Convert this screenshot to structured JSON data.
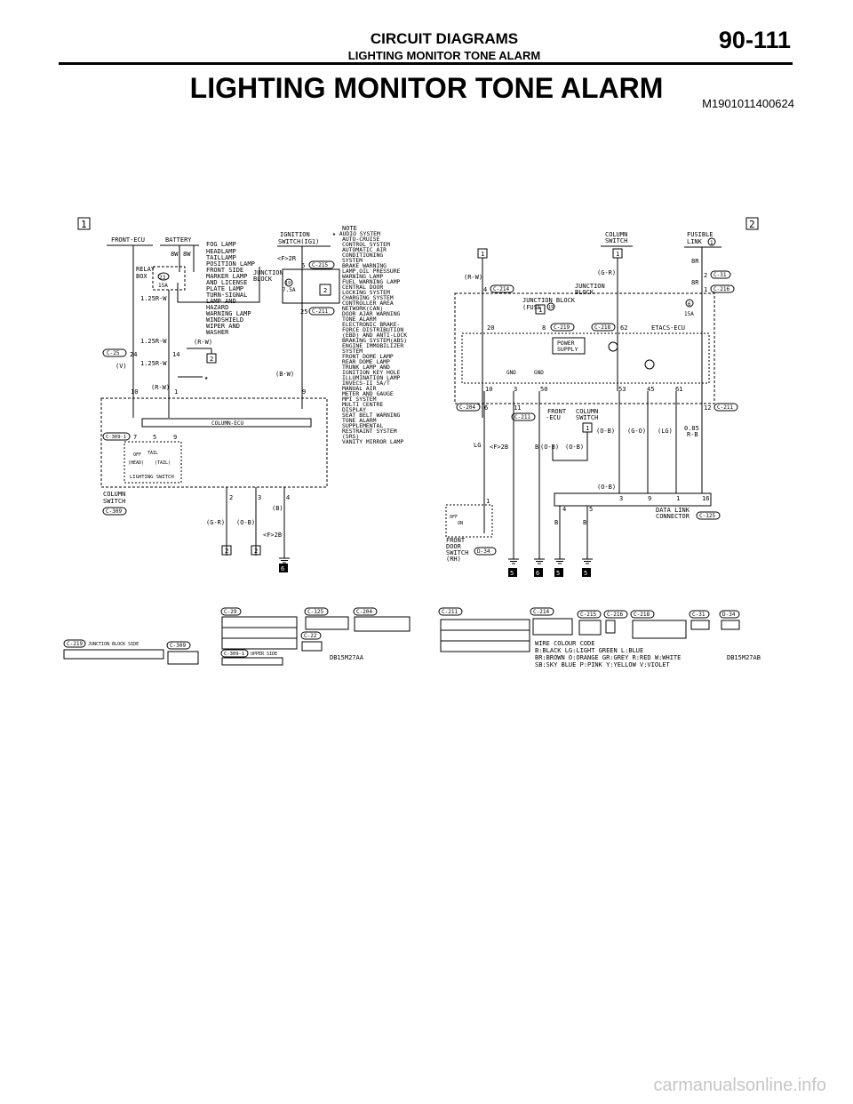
{
  "header": {
    "section": "CIRCUIT DIAGRAMS",
    "subsection": "LIGHTING MONITOR TONE ALARM",
    "page_number": "90-111"
  },
  "page_title": "LIGHTING MONITOR TONE ALARM",
  "doc_id": "M1901011400624",
  "diagram_left": {
    "frame_label": "1",
    "front_ecu": "FRONT-ECU",
    "battery": "BATTERY",
    "relay_box": [
      "RELAY",
      "BOX"
    ],
    "fuse_num": "23",
    "fuse_amp": "15A",
    "wire_8w_a": "8W",
    "wire_8w_b": "8W",
    "wire_125rw_a": "1.25R-W",
    "wire_125rw_b": "1.25R-W",
    "wire_125rw_c": "1.25R-W",
    "rw_a": "(R-W)",
    "rw_b": "(R-W)",
    "v": "(V)",
    "c25": "C-25",
    "pin24": "24",
    "pin14": "14",
    "pin10": "10",
    "pin1": "1",
    "pin9": "9",
    "feed_list": [
      "FOG LAMP",
      "HEADLAMP",
      "TAILLAMP",
      "POSITION LAMP",
      "FRONT SIDE",
      "MARKER LAMP",
      "AND LICENSE",
      "PLATE LAMP",
      "TURN-SIGNAL",
      "LAMP AND",
      "HAZARD",
      "WARNING LAMP",
      "WINDSHIELD",
      "WIPER AND",
      "WASHER"
    ],
    "ignition": [
      "IGNITION",
      "SWITCH(IG1)"
    ],
    "f2r": "<F>2R",
    "junction_block": [
      "JUNCTION",
      "BLOCK"
    ],
    "c215": "C-215",
    "c211": "C-211",
    "pin6": "6",
    "pin25": "25",
    "fuse19": "19",
    "fuse75": "7.5A",
    "bw": "(B-W)",
    "note_head": "NOTE",
    "note_list": [
      "★ AUDIO SYSTEM",
      "AUTO-CRUISE",
      "CONTROL SYSTEM",
      "AUTOMATIC AIR",
      "CONDITIONING",
      "SYSTEM",
      "BRAKE WARNING",
      "LAMP,OIL PRESSURE",
      "WARNING LAMP",
      "FUEL WARNING LAMP",
      "CENTRAL DOOR",
      "LOCKING SYSTEM",
      "CHARGING SYSTEM",
      "CONTROLLER AREA",
      "NETWORK(CAN)",
      "DOOR AJAR WARNING",
      "TONE ALARM",
      "ELECTRONIC BRAKE-",
      "FORCE DISTRIBUTION",
      "(EBD) AND ANTI-LOCK",
      "BRAKING SYSTEM(ABS)",
      "ENGINE IMMOBILIZER",
      "SYSTEM",
      "FRONT DOME LAMP",
      "REAR DOME LAMP",
      "TRUNK LAMP AND",
      "IGNITION KEY HOLE",
      "ILLUMINATION LAMP",
      "INVECS-II 5A/T",
      "MANUAL AIR",
      "METER AND GAUGE",
      "MPI SYSTEM",
      "MULTI CENTRE",
      "DISPLAY",
      "SEAT BELT WARNING",
      "TONE ALARM",
      "SUPPLEMENTAL",
      "RESTRAINT SYSTEM",
      "(SRS)",
      "VANITY MIRROR LAMP"
    ],
    "column_ecu": "COLUMN-ECU",
    "c309_1": "C-309-1",
    "pin7": "7",
    "pin5": "5",
    "pin9b": "9",
    "off": "OFF",
    "tail": "TAIL",
    "head": "(HEAD)",
    "tailp": "(TAIL)",
    "lighting_switch": "LIGHTING SWITCH",
    "column_switch": [
      "COLUMN",
      "SWITCH"
    ],
    "c309": "C-309",
    "pin2": "2",
    "pin3": "3",
    "pin4": "4",
    "gr": "(G-R)",
    "ob": "(O-B)",
    "b": "(B)",
    "f2b": "<F>2B",
    "conn2a": "2",
    "conn2b": "2",
    "ground6": "6",
    "star": "★"
  },
  "diagram_right": {
    "frame_label": "2",
    "column_switch": [
      "COLUMN",
      "SWITCH"
    ],
    "fusible_link": [
      "FUSIBLE",
      "LINK"
    ],
    "fl_num": "1",
    "rw": "(R-W)",
    "gr": "(G-R)",
    "jb": [
      "JUNCTION",
      "BLOCK"
    ],
    "pin4": "4",
    "c214": "C-214",
    "c31": "C-31",
    "c216": "C-216",
    "w8r_a": "8R",
    "w8r_b": "8R",
    "pin2": "2",
    "pin1": "1",
    "fuse6": "6",
    "fuse15": "15A",
    "jb_fuse": [
      "JUNCTION BLOCK",
      "(FUSE"
    ],
    "fuse19": "19",
    "pin20": "20",
    "pin8": "8",
    "c219": "C-219",
    "c218": "C-218",
    "pin62": "62",
    "etacs": "ETACS-ECU",
    "power_supply": [
      "POWER",
      "SUPPLY"
    ],
    "gnd_a": "GND",
    "gnd_b": "GND",
    "p10": "10",
    "p3": "3",
    "p50": "50",
    "p53": "53",
    "p45": "45",
    "p61": "61",
    "p12": "12",
    "c211": "C-211",
    "c204": "C-204",
    "c211b": "C-211",
    "p6": "6",
    "p11": "11",
    "front_ecu": [
      "FRONT",
      "-ECU"
    ],
    "col_sw": [
      "COLUMN",
      "SWITCH"
    ],
    "ob1": "(O-B)",
    "go": "(G-O)",
    "lg": "(LG)",
    "w085": "0.85",
    "rb": "R-B",
    "lg2": "LG",
    "f2b": "<F>2B",
    "b": "B",
    "ob2": "(O-B)",
    "ob3": "(O-B)",
    "ob4": "(O-B)",
    "p1": "1",
    "p4": "4",
    "p5": "5",
    "p3b": "3",
    "p9": "9",
    "p1b": "1",
    "p16": "16",
    "dlc": [
      "DATA LINK",
      "CONNECTOR"
    ],
    "c125": "C-125",
    "b1": "B",
    "b2": "B",
    "fds": [
      "FRONT",
      "DOOR",
      "SWITCH",
      "(RH)"
    ],
    "d34": "D-34",
    "off": "OFF",
    "on": "ON",
    "g5a": "5",
    "g6": "6",
    "g5b": "5",
    "g5c": "5",
    "one": "1"
  },
  "connectors_left": {
    "c29": "C-29",
    "c125": "C-125",
    "c204": "C-204",
    "c219": "C-219",
    "jb_side": "JUNCTION BLOCK SIDE",
    "c309": "C-309",
    "c309_1": "C-309-1",
    "upper_side": "UPPER SIDE",
    "c22": "C-22",
    "ref": "DB15M27AA"
  },
  "connectors_right": {
    "c211": "C-211",
    "c214": "C-214",
    "c215": "C-215",
    "c216": "C-216",
    "c218": "C-218",
    "c31": "C-31",
    "d34": "D-34",
    "wire_code": [
      "WIRE COLOUR CODE",
      "B:BLACK  LG:LIGHT GREEN  L:BLUE",
      "BR:BROWN  O:ORANGE  GR:GREY  R:RED  W:WHITE",
      "SB:SKY BLUE  P:PINK  Y:YELLOW  V:VIOLET"
    ],
    "ref": "DB15M27AB"
  },
  "watermark": "carmanualsonline.info"
}
